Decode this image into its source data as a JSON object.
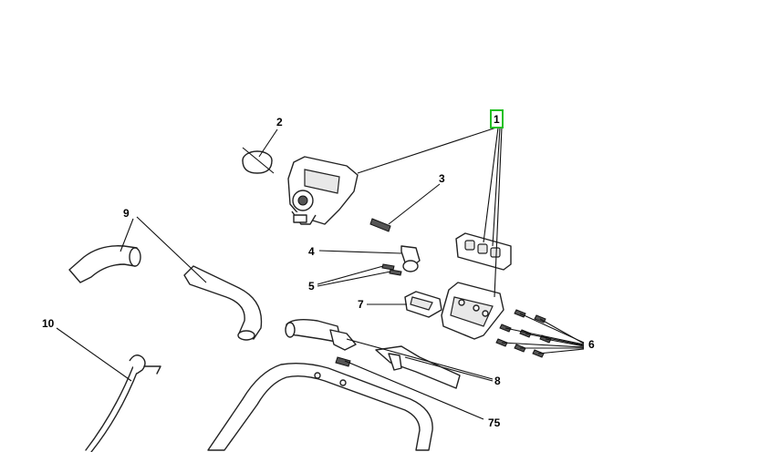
{
  "callouts": {
    "c1": "1",
    "c2": "2",
    "c3": "3",
    "c4": "4",
    "c5": "5",
    "c6": "6",
    "c7": "7",
    "c8": "8",
    "c9": "9",
    "c10": "10",
    "c75": "75"
  },
  "colors": {
    "highlight": "#22c022",
    "line": "#222222",
    "background": "#ffffff"
  }
}
